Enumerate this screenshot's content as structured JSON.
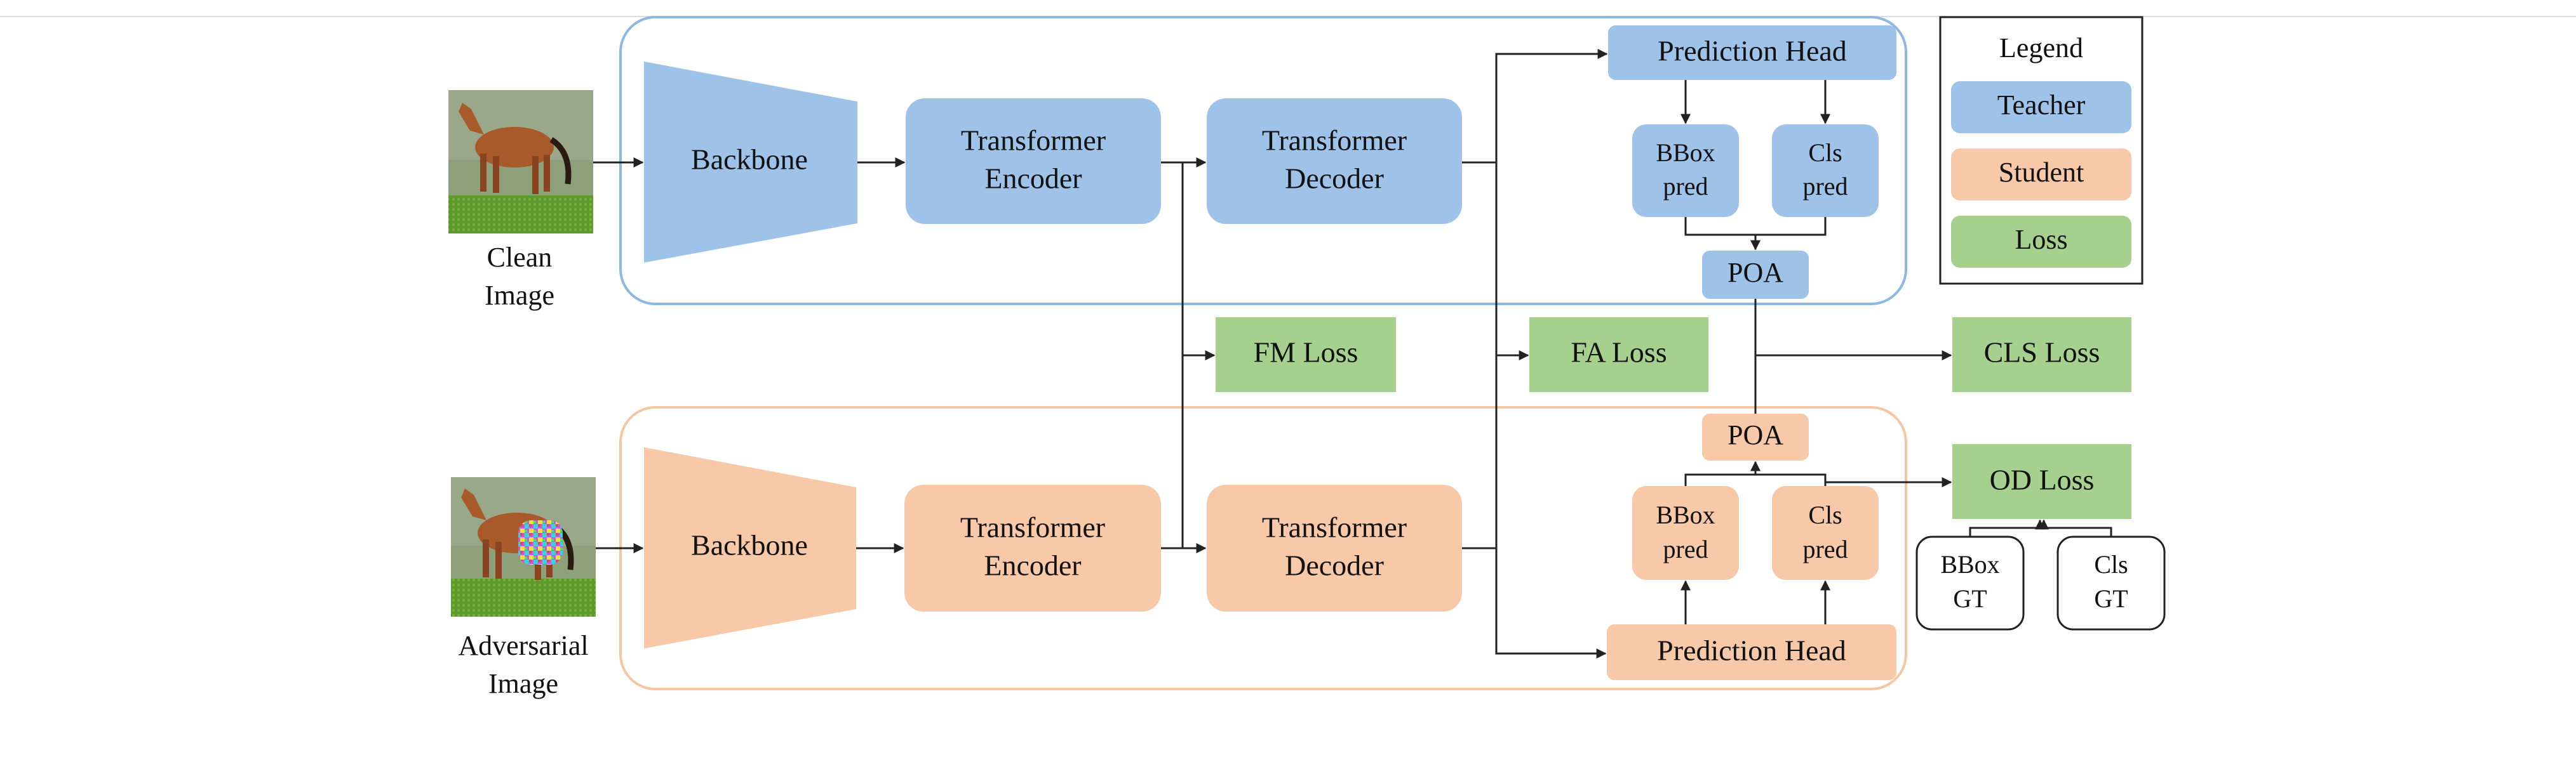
{
  "colors": {
    "teacher_fill": "#9fc3e8",
    "teacher_border": "#8cb8e2",
    "student_fill": "#f8c9a8",
    "student_border": "#f6c6a3",
    "loss_fill": "#a6d08d",
    "line": "#222222",
    "gt_border": "#222222"
  },
  "teacher": {
    "input_caption_1": "Clean",
    "input_caption_2": "Image",
    "backbone": "Backbone",
    "encoder_1": "Transformer",
    "encoder_2": "Encoder",
    "decoder_1": "Transformer",
    "decoder_2": "Decoder",
    "prediction_head": "Prediction Head",
    "bbox_1": "BBox",
    "bbox_2": "pred",
    "cls_1": "Cls",
    "cls_2": "pred",
    "poa": "POA"
  },
  "student": {
    "input_caption_1": "Adversarial",
    "input_caption_2": "Image",
    "backbone": "Backbone",
    "encoder_1": "Transformer",
    "encoder_2": "Encoder",
    "decoder_1": "Transformer",
    "decoder_2": "Decoder",
    "prediction_head": "Prediction Head",
    "bbox_1": "BBox",
    "bbox_2": "pred",
    "cls_1": "Cls",
    "cls_2": "pred",
    "poa": "POA"
  },
  "losses": {
    "fm": "FM Loss",
    "fa": "FA Loss",
    "cls": "CLS Loss",
    "od": "OD Loss"
  },
  "ground_truth": {
    "bbox_1": "BBox",
    "bbox_2": "GT",
    "cls_1": "Cls",
    "cls_2": "GT"
  },
  "legend": {
    "title": "Legend",
    "teacher": "Teacher",
    "student": "Student",
    "loss": "Loss"
  }
}
